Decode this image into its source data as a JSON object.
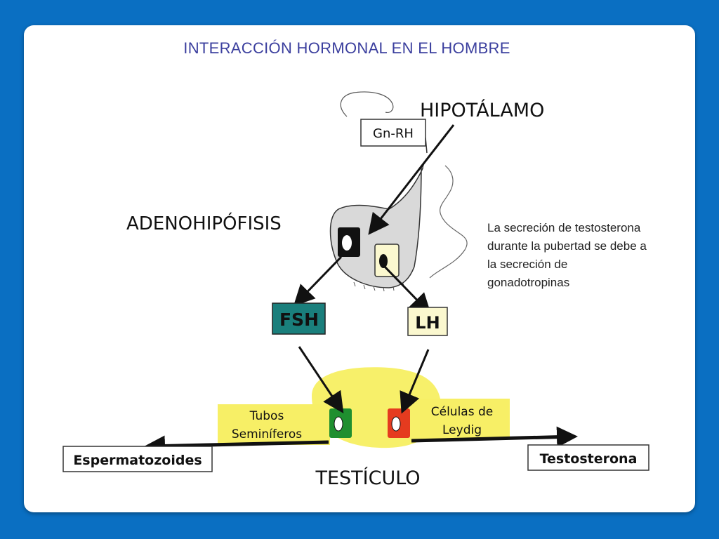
{
  "title": "INTERACCIÓN HORMONAL EN EL HOMBRE",
  "labels": {
    "hipotalamo": "HIPOTÁLAMO",
    "gnrh": "Gn-RH",
    "adenohipofisis": "ADENOHIPÓFISIS",
    "fsh": "FSH",
    "lh": "LH",
    "tubos_line1": "Tubos",
    "tubos_line2": "Seminíferos",
    "celulas_line1": "Células de",
    "celulas_line2": "Leydig",
    "testiculo": "TESTÍCULO",
    "espermatozoides": "Espermatozoides",
    "testosterona": "Testosterona"
  },
  "note": "La secreción de testosterona durante la pubertad se debe a la secreción de gonadotropinas",
  "colors": {
    "background": "#0a6fc2",
    "title": "#3b3f9e",
    "fsh_box": "#1a7f7c",
    "lh_box": "#fbf8cf",
    "testicle": "#f7f06a",
    "label_band": "#f7ef66",
    "seminiferous_cell": "#1f8f2f",
    "leydig_cell": "#e53b1f",
    "pituitary": "#d9d9d9"
  }
}
